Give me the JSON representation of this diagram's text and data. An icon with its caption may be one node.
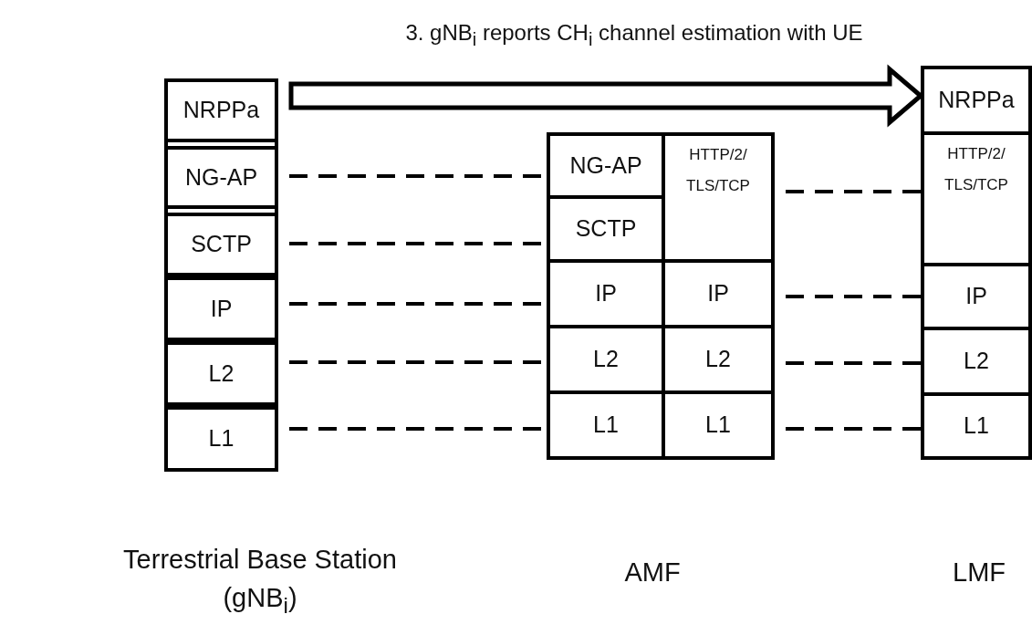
{
  "diagram": {
    "title": "3. gNB$_{i}$ reports CH$_{i}$ channel estimation with UE",
    "nodes": [
      {
        "text": [],
        "shape": "box",
        "beside": [
          "Terrestrial Base Station (gNB$_{i}$)"
        ]
      },
      {
        "text": [
          "NRPPa"
        ],
        "in": 0
      },
      {
        "text": [
          "NG-AP"
        ],
        "in": 0
      },
      {
        "text": [
          "SCTP"
        ],
        "in": 0
      },
      {
        "text": [
          "IP"
        ],
        "in": 0
      },
      {
        "text": [
          "L2"
        ],
        "in": 0
      },
      {
        "text": [
          "L1"
        ],
        "in": 0
      },
      {
        "text": [],
        "shape": "box",
        "beside": [
          "AMF"
        ]
      },
      {
        "text": [
          "NG-AP"
        ],
        "in": 7
      },
      {
        "text": [
          "HTTP/2/ TLS/TCP"
        ],
        "in": 7
      },
      {
        "text": [
          "SCTP"
        ],
        "in": 7
      },
      {
        "text": [
          "IP"
        ],
        "in": 7
      },
      {
        "text": [
          "IP"
        ],
        "in": 7
      },
      {
        "text": [
          "L2"
        ],
        "in": 7
      },
      {
        "text": [
          "L2"
        ],
        "in": 7
      },
      {
        "text": [
          "L1"
        ],
        "in": 7
      },
      {
        "text": [
          "L1"
        ],
        "in": 7
      },
      {
        "text": [],
        "shape": "box",
        "beside": [
          "LMF"
        ]
      },
      {
        "text": [
          "NRPPa"
        ],
        "in": 17
      },
      {
        "text": [
          "HTTP/2/ TLS/TCP"
        ],
        "in": 17
      },
      {
        "text": [
          "IP"
        ],
        "in": 17
      },
      {
        "text": [
          "L2"
        ],
        "in": 17
      },
      {
        "text": [
          "L1"
        ],
        "in": 17
      }
    ],
    "edges": [
      {
        "from": 1,
        "to": 18,
        "arrow": "to",
        "style": "thick"
      },
      {
        "from": 2,
        "to": 8,
        "arrow": "none",
        "style": "dashed"
      },
      {
        "from": 3,
        "to": 10,
        "arrow": "none",
        "style": "dashed"
      },
      {
        "from": 4,
        "to": 11,
        "arrow": "none",
        "style": "dashed"
      },
      {
        "from": 5,
        "to": 13,
        "arrow": "none",
        "style": "dashed"
      },
      {
        "from": 6,
        "to": 15,
        "arrow": "none",
        "style": "dashed"
      },
      {
        "from": 9,
        "to": 19,
        "arrow": "none",
        "style": "dashed"
      },
      {
        "from": 12,
        "to": 20,
        "arrow": "none",
        "style": "dashed"
      },
      {
        "from": 14,
        "to": 21,
        "arrow": "none",
        "style": "dashed"
      },
      {
        "from": 16,
        "to": 22,
        "arrow": "none",
        "style": "dashed"
      }
    ]
  }
}
